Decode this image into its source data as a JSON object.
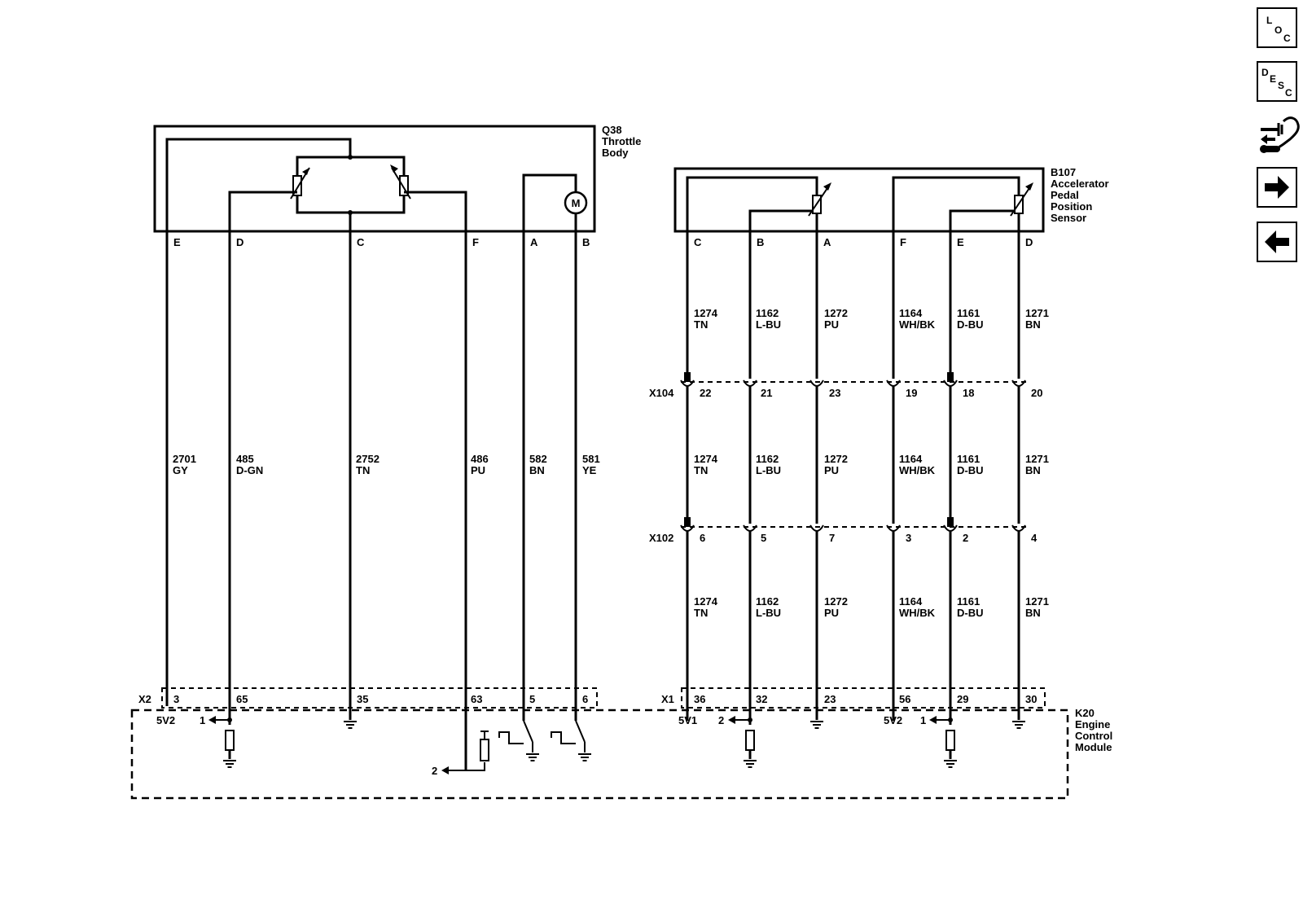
{
  "throttle_body": {
    "id": "Q38",
    "name_lines": [
      "Throttle",
      "Body"
    ],
    "motor_symbol": "M",
    "pins": [
      "E",
      "D",
      "C",
      "F",
      "A",
      "B"
    ],
    "wires": [
      {
        "circuit": "2701",
        "color": "GY"
      },
      {
        "circuit": "485",
        "color": "D-GN"
      },
      {
        "circuit": "2752",
        "color": "TN"
      },
      {
        "circuit": "486",
        "color": "PU"
      },
      {
        "circuit": "582",
        "color": "BN"
      },
      {
        "circuit": "581",
        "color": "YE"
      }
    ],
    "ecm_connector": "X2",
    "ecm_terminals": [
      "3",
      "65",
      "35",
      "63",
      "5",
      "6"
    ]
  },
  "pedal_sensor": {
    "id": "B107",
    "name_lines": [
      "Accelerator",
      "Pedal",
      "Position",
      "Sensor"
    ],
    "pins": [
      "C",
      "B",
      "A",
      "F",
      "E",
      "D"
    ],
    "wires": [
      {
        "circuit": "1274",
        "color": "TN"
      },
      {
        "circuit": "1162",
        "color": "L-BU"
      },
      {
        "circuit": "1272",
        "color": "PU"
      },
      {
        "circuit": "1164",
        "color": "WH/BK"
      },
      {
        "circuit": "1161",
        "color": "D-BU"
      },
      {
        "circuit": "1271",
        "color": "BN"
      }
    ],
    "inline_connectors": [
      {
        "id": "X104",
        "terminals": [
          "22",
          "21",
          "23",
          "19",
          "18",
          "20"
        ]
      },
      {
        "id": "X102",
        "terminals": [
          "6",
          "5",
          "7",
          "3",
          "2",
          "4"
        ]
      }
    ],
    "ecm_connector": "X1",
    "ecm_terminals": [
      "36",
      "32",
      "23",
      "56",
      "29",
      "30"
    ]
  },
  "ecm": {
    "id": "K20",
    "name_lines": [
      "Engine",
      "Control",
      "Module"
    ],
    "labels": {
      "x2_5v": "5V2",
      "x2_ref1": "1",
      "x2_ref2": "2",
      "x1_5v1": "5V1",
      "x1_ref2": "2",
      "x1_5v2": "5V2",
      "x1_ref1": "1"
    }
  },
  "nav": {
    "loc": {
      "letters": [
        "L",
        "O",
        "C"
      ]
    },
    "desc": {
      "letters": [
        "D",
        "E",
        "S",
        "C"
      ]
    },
    "connector_icon": "connector-tool-icon",
    "next_icon": "arrow-right-icon",
    "prev_icon": "arrow-left-icon"
  }
}
